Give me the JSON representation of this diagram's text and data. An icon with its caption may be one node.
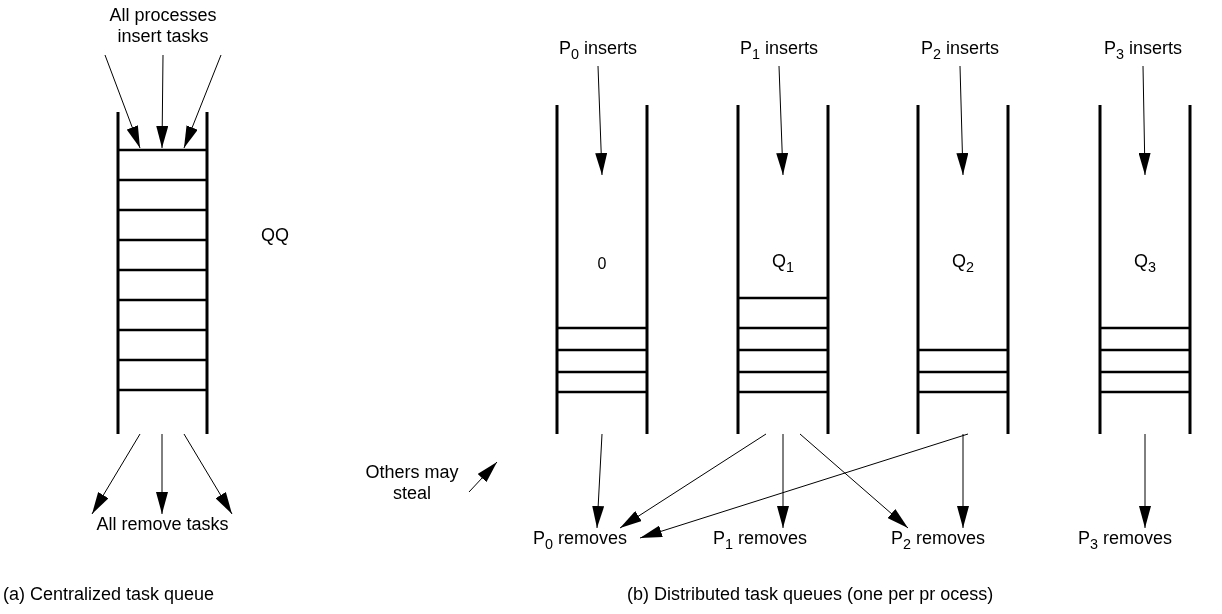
{
  "diagram": {
    "nodes": [
      {
        "text": [
          "All processes insert tasks"
        ]
      },
      {
        "text": [],
        "shape": "box",
        "beside": [
          "QQ"
        ]
      },
      {
        "text": [
          "All remove tasks"
        ]
      },
      {
        "text": [
          "P$_{0}$ inserts"
        ]
      },
      {
        "text": [
          "P$_{1}$ inserts"
        ]
      },
      {
        "text": [
          "P$_{2}$ inserts"
        ]
      },
      {
        "text": [
          "P$_{3}$ inserts"
        ]
      },
      {
        "text": [
          "0"
        ]
      },
      {
        "text": [
          "Q$_{1}$"
        ]
      },
      {
        "text": [
          "Q$_{2}$"
        ]
      },
      {
        "text": [
          "Q$_{3}$"
        ]
      },
      {
        "text": [
          "P$_{0}$ removes"
        ]
      },
      {
        "text": [
          "P$_{1}$ removes"
        ]
      },
      {
        "text": [
          "P$_{2}$ removes"
        ]
      },
      {
        "text": [
          "P$_{3}$ removes"
        ]
      },
      {
        "text": [
          "Others may steal"
        ]
      }
    ],
    "edges": [
      {
        "from": 0,
        "to": 1,
        "arrow": "to"
      },
      {
        "from": 0,
        "to": 1,
        "arrow": "to"
      },
      {
        "from": 0,
        "to": 1,
        "arrow": "to"
      },
      {
        "from": 1,
        "to": 2,
        "arrow": "to"
      },
      {
        "from": 1,
        "to": 2,
        "arrow": "to"
      },
      {
        "from": 1,
        "to": 2,
        "arrow": "to"
      },
      {
        "from": 3,
        "to": 7,
        "arrow": "to"
      },
      {
        "from": 4,
        "to": 8,
        "arrow": "to"
      },
      {
        "from": 5,
        "to": 9,
        "arrow": "to"
      },
      {
        "from": 6,
        "to": 10,
        "arrow": "to"
      },
      {
        "from": 7,
        "to": 11,
        "arrow": "to"
      },
      {
        "from": 8,
        "to": 11,
        "arrow": "to"
      },
      {
        "from": 8,
        "to": 12,
        "arrow": "to"
      },
      {
        "from": 8,
        "to": 13,
        "arrow": "to"
      },
      {
        "from": 9,
        "to": 13,
        "arrow": "to"
      },
      {
        "from": 9,
        "to": 11,
        "arrow": "to"
      },
      {
        "from": 10,
        "to": 14,
        "arrow": "to"
      },
      {
        "from": 15,
        "to": null,
        "arrow": "to"
      }
    ],
    "labels": [
      "(a) Centralized task queue",
      "(b) Distributed task queues (one per pr ocess)"
    ]
  }
}
